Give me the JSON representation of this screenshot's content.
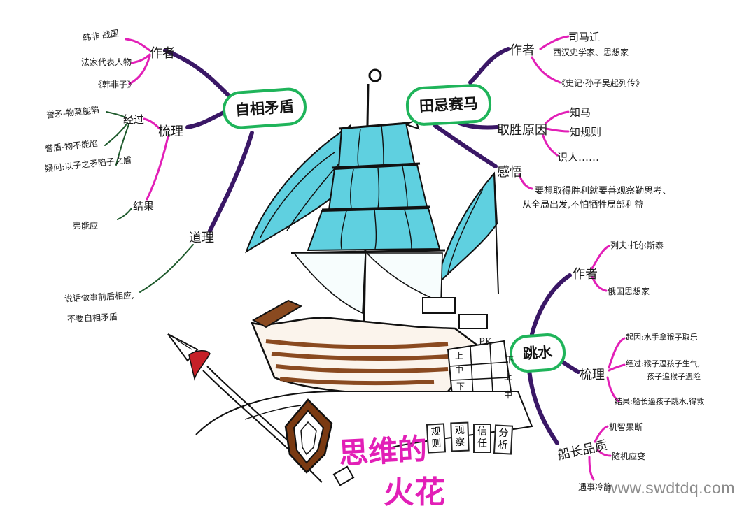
{
  "title": {
    "line1": "思维的",
    "line2": "火花"
  },
  "ship_boxes": [
    "规则",
    "观察",
    "信任",
    "分析"
  ],
  "stern_labels": [
    "PK",
    "上",
    "中",
    "下",
    "下",
    "上",
    "中"
  ],
  "watermark": "www.swdtdq.com",
  "branches": {
    "zixiangmaodun": {
      "hub": "自相矛盾",
      "author": {
        "label": "作者",
        "items": [
          "韩非 战国",
          "法家代表人物",
          "《韩非子》"
        ]
      },
      "plot": {
        "label": "梳理",
        "jingguo": {
          "label": "经过",
          "items": [
            "誉矛-物莫能陷",
            "誉盾-物不能陷",
            "疑问:以子之矛陷子之盾"
          ]
        },
        "jieguo": {
          "label": "结果",
          "items": [
            "弗能应"
          ]
        }
      },
      "lesson": {
        "label": "道理",
        "items": [
          "说话做事前后相应,",
          "不要自相矛盾"
        ]
      }
    },
    "tianjisaima": {
      "hub": "田忌赛马",
      "author": {
        "label": "作者",
        "items": [
          "司马迁",
          "西汉史学家、思想家",
          "《史记·孙子吴起列传》"
        ]
      },
      "reasons": {
        "label": "取胜原因",
        "items": [
          "知马",
          "知规则",
          "识人……"
        ]
      },
      "feelings": {
        "label": "感悟",
        "items": [
          "要想取得胜利就要善观察勤思考、",
          "从全局出发,不怕牺牲局部利益"
        ]
      }
    },
    "tiaoshui": {
      "hub": "跳水",
      "author": {
        "label": "作者",
        "items": [
          "列夫·托尔斯泰",
          "俄国思想家"
        ]
      },
      "plot": {
        "label": "梳理",
        "items": [
          "起因:水手拿猴子取乐",
          "经过:猴子逗孩子生气,",
          "孩子追猴子遇险",
          "结果:船长逼孩子跳水,得救"
        ]
      },
      "quality": {
        "label": "船长品质",
        "items": [
          "机智果断",
          "随机应变",
          "遇事冷静"
        ]
      }
    }
  }
}
